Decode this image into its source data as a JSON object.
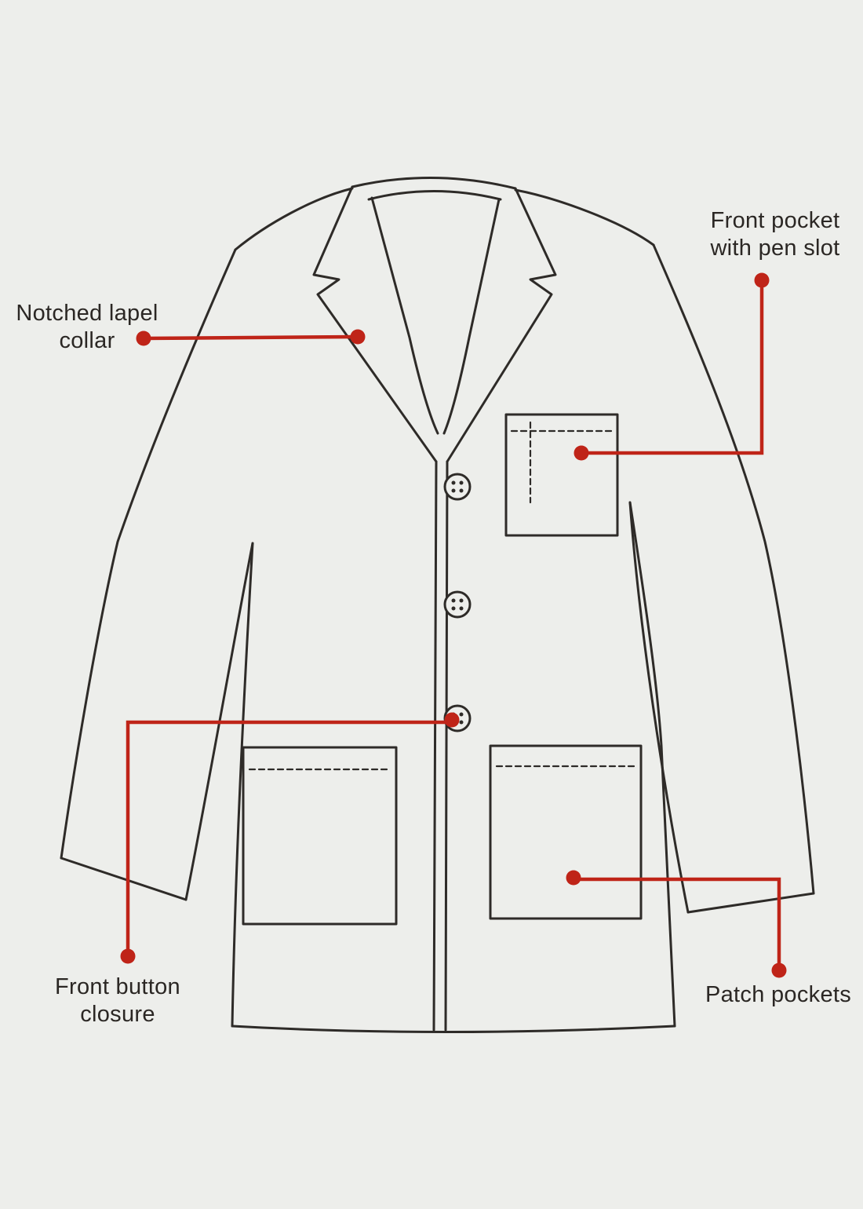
{
  "page": {
    "background": "#edeeeb",
    "subject": "Lab coat feature diagram"
  },
  "diagram": {
    "line_color": "#2e2b28",
    "accent_color": "#bf2418",
    "labels": [
      {
        "id": "notched-lapel-collar",
        "line1": "Notched lapel",
        "line2": "collar"
      },
      {
        "id": "front-pocket-pen-slot",
        "line1": "Front pocket",
        "line2": "with pen slot"
      },
      {
        "id": "front-button-closure",
        "line1": "Front button",
        "line2": "closure"
      },
      {
        "id": "patch-pockets",
        "line1": "Patch pockets",
        "line2": ""
      }
    ]
  }
}
